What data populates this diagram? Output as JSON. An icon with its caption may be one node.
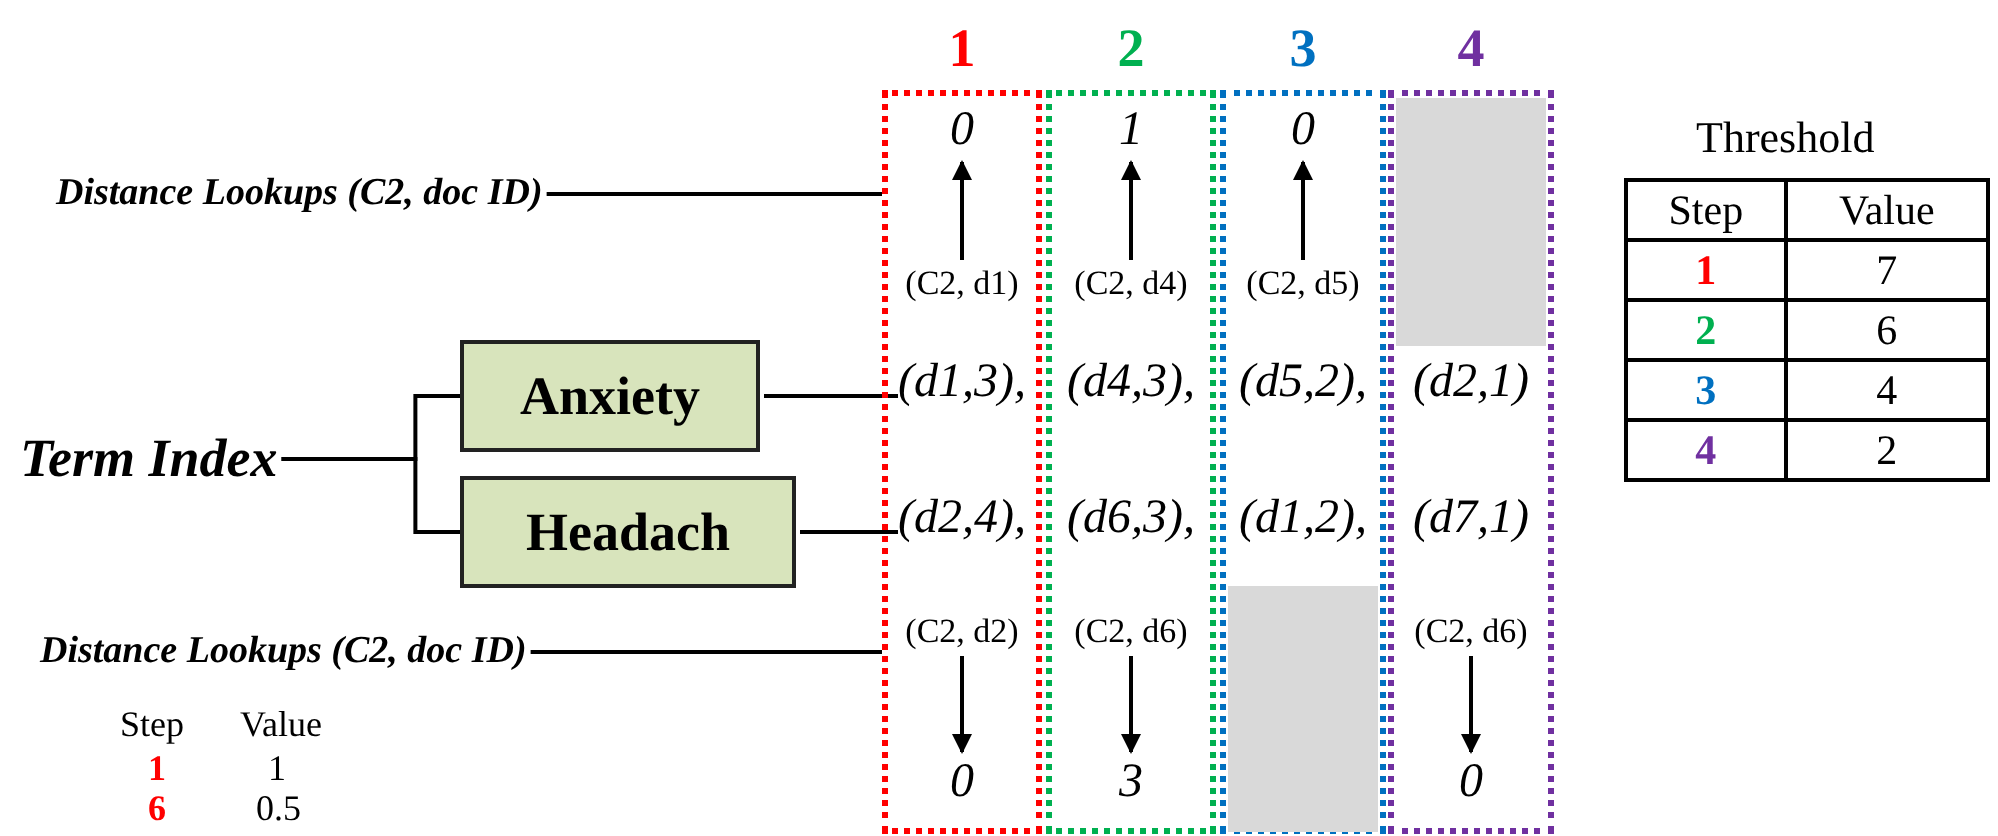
{
  "diagram": {
    "nodes": [
      {
        "text": [
          "Distance Lookups (C2, doc ID)"
        ]
      },
      {
        "text": [
          "Term Index"
        ]
      },
      {
        "text": [
          "Anxiety"
        ]
      },
      {
        "text": [
          "Headach"
        ]
      },
      {
        "text": [
          "Distance Lookups (C2, doc ID)"
        ]
      },
      {
        "text": [
          "1"
        ]
      },
      {
        "text": [
          "0"
        ],
        "in": 5
      },
      {
        "text": [
          "(C2, d1)"
        ],
        "in": 5
      },
      {
        "text": [
          "(d1,3),"
        ],
        "in": 5
      },
      {
        "text": [
          "(d2,4),"
        ],
        "in": 5
      },
      {
        "text": [
          "(C2, d2)"
        ],
        "in": 5
      },
      {
        "text": [
          "0"
        ],
        "in": 5
      },
      {
        "text": [
          "2"
        ]
      },
      {
        "text": [
          "1"
        ],
        "in": 12
      },
      {
        "text": [
          "(C2, d4)"
        ],
        "in": 12
      },
      {
        "text": [
          "(d4,3),"
        ],
        "in": 12
      },
      {
        "text": [
          "(d6,3),"
        ],
        "in": 12
      },
      {
        "text": [
          "(C2, d6)"
        ],
        "in": 12
      },
      {
        "text": [
          "3"
        ],
        "in": 12
      },
      {
        "text": [
          "3"
        ]
      },
      {
        "text": [
          "0"
        ],
        "in": 19
      },
      {
        "text": [
          "(C2, d5)"
        ],
        "in": 19
      },
      {
        "text": [
          "(d5,2),"
        ],
        "in": 19
      },
      {
        "text": [
          "(d1,2),"
        ],
        "in": 19
      },
      {
        "text": [],
        "shape": "box",
        "in": 19
      },
      {
        "text": [
          "4"
        ]
      },
      {
        "text": [],
        "shape": "box",
        "in": 25
      },
      {
        "text": [
          "(d2,1)"
        ],
        "in": 25
      },
      {
        "text": [
          "(d7,1)"
        ],
        "in": 25
      },
      {
        "text": [
          "(C2, d6)"
        ],
        "in": 25
      },
      {
        "text": [
          "0"
        ],
        "in": 25
      }
    ],
    "edges": [
      {
        "from": 0,
        "to": 5,
        "arrow": "none"
      },
      {
        "from": 1,
        "to": 2,
        "arrow": "none"
      },
      {
        "from": 1,
        "to": 3,
        "arrow": "none"
      },
      {
        "from": 2,
        "to": 8,
        "arrow": "none"
      },
      {
        "from": 3,
        "to": 9,
        "arrow": "none"
      },
      {
        "from": 4,
        "to": 5,
        "arrow": "none"
      },
      {
        "from": 7,
        "to": 6,
        "arrow": "to"
      },
      {
        "from": 14,
        "to": 13,
        "arrow": "to"
      },
      {
        "from": 21,
        "to": 20,
        "arrow": "to"
      },
      {
        "from": 10,
        "to": 11,
        "arrow": "to"
      },
      {
        "from": 17,
        "to": 18,
        "arrow": "to"
      },
      {
        "from": 29,
        "to": 30,
        "arrow": "to"
      }
    ],
    "labels": [
      "Threshold",
      "Step",
      "Value",
      "1",
      "7",
      "2",
      "6",
      "3",
      "4",
      "4",
      "2",
      "Step",
      "Value",
      "1",
      "1",
      "6",
      "0.5"
    ]
  }
}
